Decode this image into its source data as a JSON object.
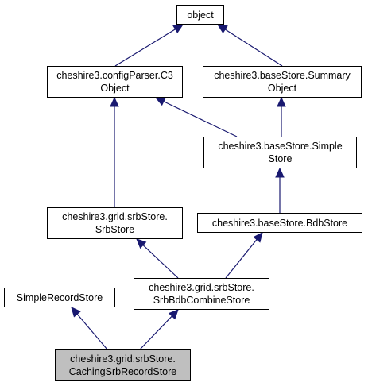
{
  "colors": {
    "edge": "#191970",
    "arrowhead": "#191970",
    "node_border": "#000000",
    "highlight_fill": "#bfbfbf"
  },
  "nodes": {
    "object": {
      "line1": "object"
    },
    "c3object": {
      "line1": "cheshire3.configParser.C3",
      "line2": "Object"
    },
    "summaryobject": {
      "line1": "cheshire3.baseStore.Summary",
      "line2": "Object"
    },
    "simplestore": {
      "line1": "cheshire3.baseStore.Simple",
      "line2": "Store"
    },
    "srbstore": {
      "line1": "cheshire3.grid.srbStore.",
      "line2": "SrbStore"
    },
    "bdbstore": {
      "line1": "cheshire3.baseStore.BdbStore"
    },
    "simplerecordstore": {
      "line1": "SimpleRecordStore"
    },
    "srbbdbcombinestore": {
      "line1": "cheshire3.grid.srbStore.",
      "line2": "SrbBdbCombineStore"
    },
    "cachingsrbrecordstore": {
      "line1": "cheshire3.grid.srbStore.",
      "line2": "CachingSrbRecordStore"
    }
  },
  "edges": [
    {
      "from": "c3object",
      "to": "object"
    },
    {
      "from": "summaryobject",
      "to": "object"
    },
    {
      "from": "simplestore",
      "to": "c3object"
    },
    {
      "from": "simplestore",
      "to": "summaryobject"
    },
    {
      "from": "srbstore",
      "to": "c3object"
    },
    {
      "from": "bdbstore",
      "to": "simplestore"
    },
    {
      "from": "srbbdbcombinestore",
      "to": "srbstore"
    },
    {
      "from": "srbbdbcombinestore",
      "to": "bdbstore"
    },
    {
      "from": "cachingsrbrecordstore",
      "to": "simplerecordstore"
    },
    {
      "from": "cachingsrbrecordstore",
      "to": "srbbdbcombinestore"
    }
  ]
}
